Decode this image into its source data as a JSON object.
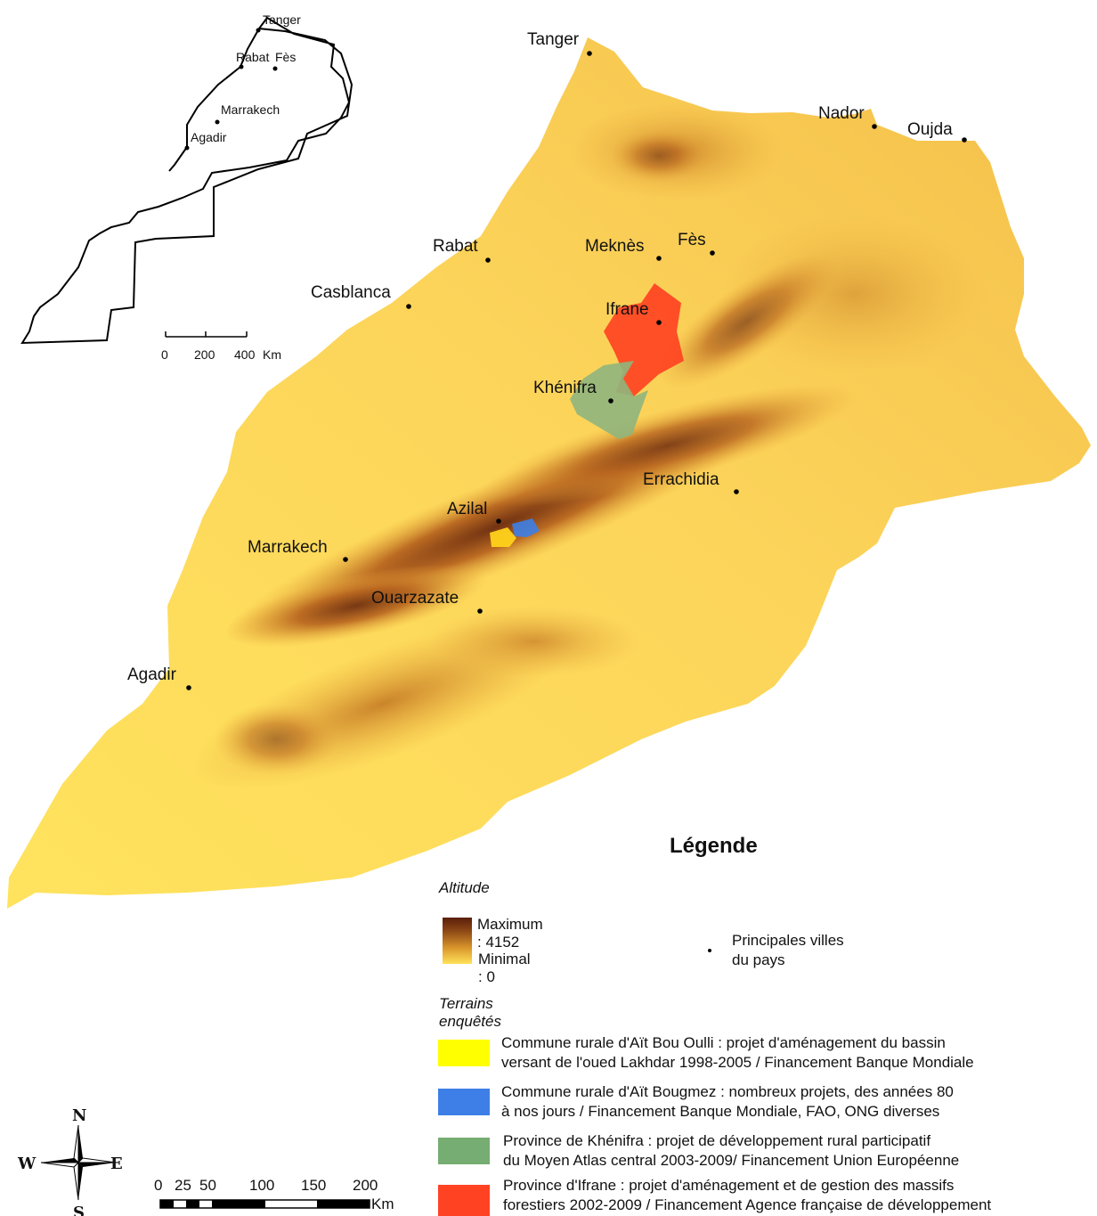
{
  "inset_map": {
    "cities": [
      "Tanger",
      "Rabat",
      "Fès",
      "Marrakech",
      "Agadir"
    ],
    "scale_ticks": [
      "0",
      "200",
      "400"
    ],
    "scale_unit": "Km"
  },
  "main_map": {
    "cities": [
      "Tanger",
      "Nador",
      "Oujda",
      "Rabat",
      "Meknès",
      "Fès",
      "Casblanca",
      "Ifrane",
      "Khénifra",
      "Errachidia",
      "Azilal",
      "Marrakech",
      "Ouarzazate",
      "Agadir"
    ]
  },
  "legend": {
    "title": "Légende",
    "altitude_heading": "Altitude",
    "altitude_max": "Maximum : 4152",
    "altitude_min": "Minimal : 0",
    "cities_label_line1": "Principales villes",
    "cities_label_line2": "du pays",
    "terrains_heading": "Terrains enquêtés",
    "items": [
      {
        "color": "#ffff00",
        "line1": "Commune rurale d'Aït Bou Oulli : projet d'aménagement du bassin",
        "line2": " versant de l'oued Lakhdar 1998-2005 / Financement Banque Mondiale"
      },
      {
        "color": "#3d7fe6",
        "line1": "Commune rurale d'Aït Bougmez : nombreux projets, des années 80",
        "line2": "à nos jours / Financement Banque Mondiale, FAO, ONG diverses"
      },
      {
        "color": "#76ad72",
        "line1": "Province de Khénifra : projet de développement rural participatif",
        "line2": "du Moyen Atlas central 2003-2009/ Financement Union Européenne"
      },
      {
        "color": "#ff4322",
        "line1": "Province d'Ifrane : projet d'aménagement et de gestion des massifs",
        "line2": " forestiers 2002-2009 / Financement Agence française de développement"
      }
    ]
  },
  "compass": {
    "n": "N",
    "s": "S",
    "e": "E",
    "w": "W"
  },
  "scale_bar": {
    "ticks": [
      "0",
      "25",
      "50",
      "100",
      "150",
      "200"
    ],
    "unit": "Km"
  },
  "colors": {
    "low": "#ffe25a",
    "mid": "#f0b743",
    "high": "#6b2a0e"
  }
}
